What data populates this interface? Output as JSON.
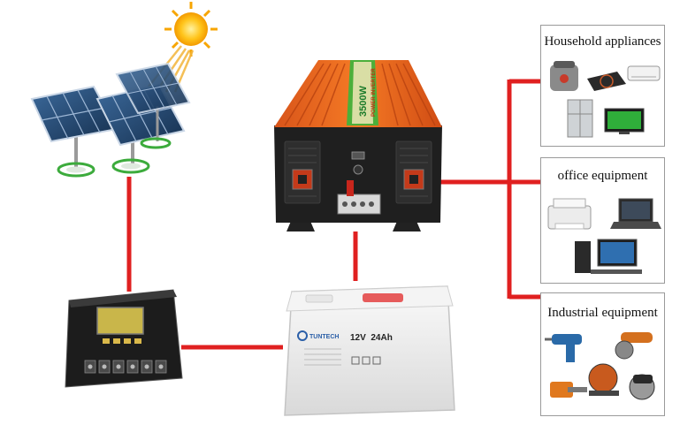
{
  "panels": {
    "household": {
      "title": "Household appliances"
    },
    "office": {
      "title": "office equipment"
    },
    "industrial": {
      "title": "Industrial equipment"
    }
  },
  "inverter": {
    "rating": "3500W",
    "label": "POWER INVERTER"
  },
  "battery": {
    "brand": "TUNTECH",
    "spec": "12V  24Ah"
  },
  "colors": {
    "wire": "#e02020",
    "inverter_body": "#f06a1c",
    "inverter_stripe": "#4caf3a",
    "panel_blue": "#23466f",
    "controller_body": "#1c1c1c",
    "battery_body": "#ededed"
  }
}
